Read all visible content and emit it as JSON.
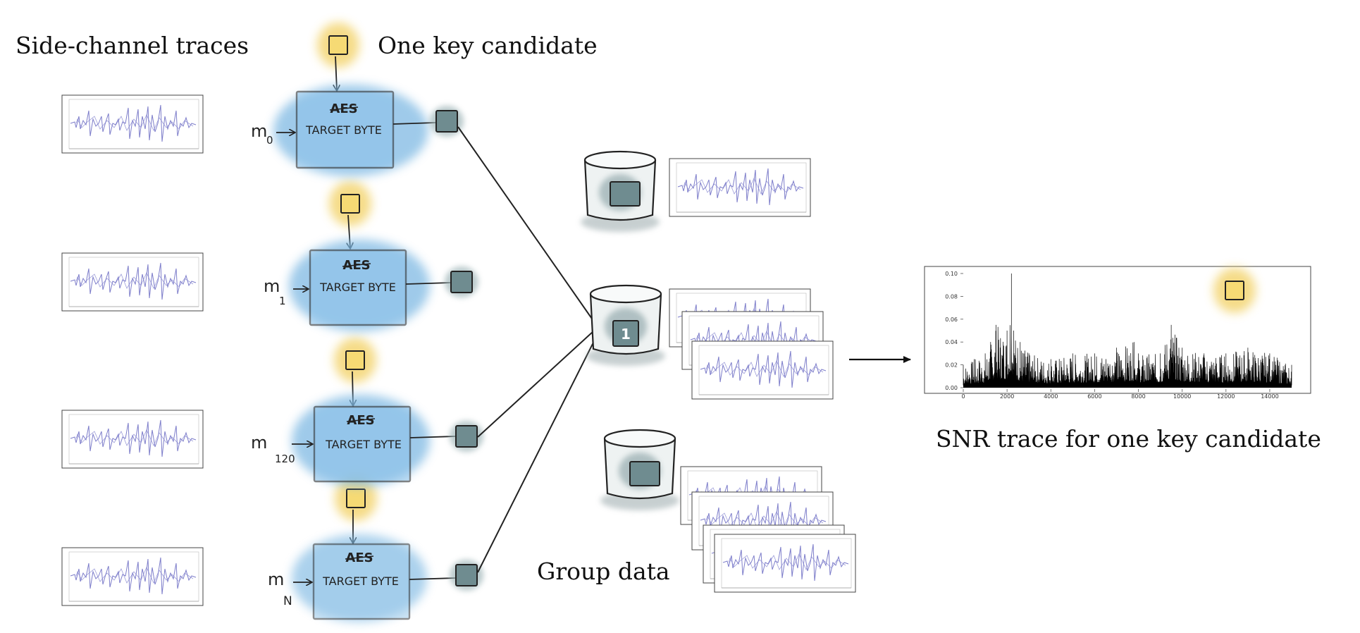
{
  "labels": {
    "side_channel_traces": "Side-channel traces",
    "one_key_candidate": "One key candidate",
    "group_data": "Group data",
    "snr_caption": "SNR trace for one key candidate"
  },
  "aes_blocks": [
    {
      "title": "AES",
      "subtitle": "TARGET BYTE",
      "input": "m",
      "input_sub": "0"
    },
    {
      "title": "AES",
      "subtitle": "TARGET BYTE",
      "input": "m",
      "input_sub": "1"
    },
    {
      "title": "AES",
      "subtitle": "TARGET BYTE",
      "input": "m",
      "input_sub": "120"
    },
    {
      "title": "AES",
      "subtitle": "TARGET BYTE",
      "input": "m",
      "input_sub": "N"
    }
  ],
  "groups": [
    {
      "label": ""
    },
    {
      "label": "1"
    },
    {
      "label": ""
    }
  ],
  "colors": {
    "key_yellow": "#f3d36b",
    "aes_blue": "#7fb9e3",
    "output_teal": "#5d7d82",
    "trace_blue": "#6f6fc4"
  },
  "chart_data": {
    "type": "line",
    "title": "",
    "xlabel": "",
    "ylabel": "",
    "xlim": [
      0,
      15000
    ],
    "ylim": [
      0,
      0.1
    ],
    "xticks": [
      "0",
      "2000",
      "4000",
      "6000",
      "8000",
      "10000",
      "12000",
      "14000"
    ],
    "yticks": [
      "0.00",
      "0.02",
      "0.04",
      "0.06",
      "0.08",
      "0.10"
    ],
    "series": [
      {
        "x": [
          0,
          500,
          1000,
          1500,
          2000,
          2200,
          2300,
          2600,
          3000,
          4000,
          5000,
          6000,
          7000,
          7800,
          8000,
          9000,
          9500,
          10000,
          11000,
          12000,
          13000,
          14000,
          15000
        ],
        "y": [
          0.02,
          0.025,
          0.03,
          0.055,
          0.05,
          0.1,
          0.05,
          0.04,
          0.03,
          0.025,
          0.03,
          0.03,
          0.035,
          0.04,
          0.03,
          0.03,
          0.055,
          0.035,
          0.03,
          0.03,
          0.035,
          0.03,
          0.02
        ]
      }
    ]
  }
}
